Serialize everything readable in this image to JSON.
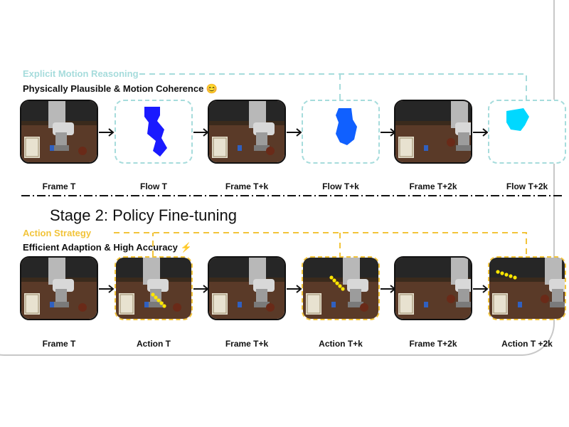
{
  "stage1": {
    "header_label": "Explicit Motion Reasoning",
    "header_color": "#a6dcdc",
    "subtitle": "Physically Plausible & Motion Coherence",
    "subtitle_emoji": "😊",
    "captions": [
      "Frame T",
      "Flow T",
      "Frame T+k",
      "Flow T+k",
      "Frame T+2k",
      "Flow T+2k"
    ],
    "flow_colors": [
      "#1a1aff",
      "#1060ff",
      "#00d8ff"
    ]
  },
  "stage2": {
    "title": "Stage 2: Policy Fine-tuning",
    "header_label": "Action Strategy",
    "header_color": "#f2c43a",
    "subtitle": "Efficient Adaption & High Accuracy",
    "subtitle_emoji": "⚡",
    "captions": [
      "Frame T",
      "Action T",
      "Frame T+k",
      "Action T+k",
      "Frame T+2k",
      "Action T +2k"
    ],
    "action_dot_color": "#ffe600"
  }
}
